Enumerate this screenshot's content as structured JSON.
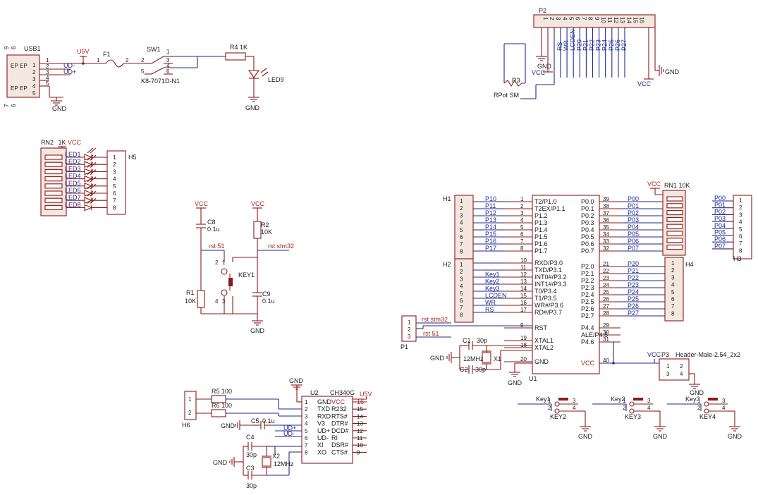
{
  "usb1": {
    "ref": "USB1",
    "ep": "EP",
    "pins": [
      "1",
      "2",
      "3",
      "4",
      "5"
    ],
    "nets": [
      "UD-",
      "UD+"
    ],
    "shield": [
      "6",
      "7",
      "8",
      "9"
    ]
  },
  "u5v_top": "U5V",
  "f1": {
    "ref": "F1",
    "p1": "1",
    "p2": "2"
  },
  "sw1": {
    "ref": "SW1",
    "part": "K8-7071D-N1",
    "pins": [
      "1",
      "2",
      "3",
      "4",
      "5",
      "6"
    ]
  },
  "r4": {
    "ref": "R4",
    "val": "1K"
  },
  "led9": "LED9",
  "gnd": "GND",
  "vcc": "VCC",
  "p2": {
    "ref": "P2",
    "pins": [
      "1",
      "2",
      "3",
      "4",
      "5",
      "6",
      "7",
      "8",
      "9",
      "10",
      "11",
      "12",
      "13",
      "14",
      "15",
      "16"
    ],
    "nets": [
      "RS",
      "WR",
      "LCDEN",
      "P20",
      "P21",
      "P22",
      "P23",
      "P24",
      "P25",
      "P26",
      "P27"
    ]
  },
  "r3": {
    "ref": "R3",
    "val": "RPot SM"
  },
  "rn2": {
    "ref": "RN2",
    "val": "1K"
  },
  "leds": [
    "LED1",
    "LED2",
    "LED3",
    "LED4",
    "LED5",
    "LED6",
    "LED7",
    "LED8"
  ],
  "h5": {
    "ref": "H5",
    "pins": [
      "1",
      "2",
      "3",
      "4",
      "5",
      "6",
      "7",
      "8"
    ]
  },
  "c8": {
    "ref": "C8",
    "val": "0.1u"
  },
  "r2": {
    "ref": "R2",
    "val": "10K"
  },
  "rst51": "rst 51",
  "rststm32": "rst stm32",
  "key1": "KEY1",
  "r1": {
    "ref": "R1",
    "val": "10K"
  },
  "c9": {
    "ref": "C9",
    "val": "0.1u"
  },
  "h1": {
    "ref": "H1"
  },
  "h2": {
    "ref": "H2"
  },
  "h3": {
    "ref": "H3"
  },
  "h4": {
    "ref": "H4"
  },
  "rn1": {
    "ref": "RN1",
    "val": "10K"
  },
  "u1": {
    "ref": "U1",
    "left": [
      {
        "pin": "1",
        "name": "T2/P1.0",
        "net": "P10"
      },
      {
        "pin": "2",
        "name": "T2EX/P1.1",
        "net": "P11"
      },
      {
        "pin": "3",
        "name": "P1.2",
        "net": "P12"
      },
      {
        "pin": "4",
        "name": "P1.3",
        "net": "P13"
      },
      {
        "pin": "5",
        "name": "P1.4",
        "net": "P14"
      },
      {
        "pin": "6",
        "name": "P1.5",
        "net": "P15"
      },
      {
        "pin": "7",
        "name": "P1.6",
        "net": "P16"
      },
      {
        "pin": "8",
        "name": "P1.7",
        "net": "P17"
      },
      {
        "pin": "10",
        "name": "RXD/P3.0",
        "net": ""
      },
      {
        "pin": "11",
        "name": "TXD/P3.1",
        "net": ""
      },
      {
        "pin": "12",
        "name": "INT0#/P3.2",
        "net": "Key1"
      },
      {
        "pin": "13",
        "name": "INT1#/P3.3",
        "net": "Key2"
      },
      {
        "pin": "14",
        "name": "T0/P3.4",
        "net": "Key3"
      },
      {
        "pin": "15",
        "name": "T1/P3.5",
        "net": "LCDEN"
      },
      {
        "pin": "16",
        "name": "WR#/P3.6",
        "net": "WR"
      },
      {
        "pin": "17",
        "name": "RD#/P3.7",
        "net": "RS"
      },
      {
        "pin": "9",
        "name": "RST",
        "net": ""
      },
      {
        "pin": "19",
        "name": "XTAL1",
        "net": ""
      },
      {
        "pin": "18",
        "name": "XTAL2",
        "net": ""
      },
      {
        "pin": "20",
        "name": "GND",
        "net": ""
      }
    ],
    "right": [
      {
        "pin": "39",
        "name": "P0.0",
        "net": "P00"
      },
      {
        "pin": "38",
        "name": "P0.1",
        "net": "P01"
      },
      {
        "pin": "37",
        "name": "P0.2",
        "net": "P02"
      },
      {
        "pin": "36",
        "name": "P0.3",
        "net": "P03"
      },
      {
        "pin": "35",
        "name": "P0.4",
        "net": "P04"
      },
      {
        "pin": "34",
        "name": "P0.5",
        "net": "P05"
      },
      {
        "pin": "33",
        "name": "P0.6",
        "net": "P06"
      },
      {
        "pin": "32",
        "name": "P0.7",
        "net": "P07"
      },
      {
        "pin": "21",
        "name": "P2.0",
        "net": "P20"
      },
      {
        "pin": "22",
        "name": "P2.1",
        "net": "P21"
      },
      {
        "pin": "23",
        "name": "P2.2",
        "net": "P22"
      },
      {
        "pin": "24",
        "name": "P2.3",
        "net": "P23"
      },
      {
        "pin": "25",
        "name": "P2.4",
        "net": "P24"
      },
      {
        "pin": "26",
        "name": "P2.5",
        "net": "P25"
      },
      {
        "pin": "27",
        "name": "P2.6",
        "net": "P26"
      },
      {
        "pin": "28",
        "name": "P2.7",
        "net": "P27"
      },
      {
        "pin": "29",
        "name": "P4.4",
        "net": ""
      },
      {
        "pin": "30",
        "name": "ALE/P4.5",
        "net": ""
      },
      {
        "pin": "31",
        "name": "P4.6",
        "net": ""
      },
      {
        "pin": "40",
        "name": "VCC",
        "net": ""
      }
    ]
  },
  "h_pins": [
    "1",
    "2",
    "3",
    "4",
    "5",
    "6",
    "7",
    "8"
  ],
  "p1": {
    "ref": "P1",
    "pins": [
      "1",
      "2",
      "3"
    ]
  },
  "c1": {
    "ref": "C1",
    "val": "30p"
  },
  "c2": {
    "ref": "C2",
    "val": "30p"
  },
  "x1": {
    "ref": "X1",
    "val": "12MHz"
  },
  "p3": {
    "ref": "P3",
    "part": "Header-Male-2.54_2x2",
    "pins": [
      "1",
      "2",
      "3",
      "4"
    ]
  },
  "keys": [
    {
      "net": "Key1",
      "ref": "KEY2"
    },
    {
      "net": "Key2",
      "ref": "KEY3"
    },
    {
      "net": "Key3",
      "ref": "KEY4"
    }
  ],
  "key_pins": [
    "1",
    "2",
    "3",
    "4"
  ],
  "h6": "H6",
  "r5": {
    "ref": "R5",
    "val": "100"
  },
  "r6": {
    "ref": "R6",
    "val": "100"
  },
  "u2": {
    "ref": "U2",
    "part": "CH340G",
    "u5v": "U5V",
    "left": [
      {
        "pin": "1",
        "name": "GND"
      },
      {
        "pin": "2",
        "name": "TXD"
      },
      {
        "pin": "3",
        "name": "RXD"
      },
      {
        "pin": "4",
        "name": "V3"
      },
      {
        "pin": "5",
        "name": "UD+"
      },
      {
        "pin": "6",
        "name": "UD-"
      },
      {
        "pin": "7",
        "name": "XI"
      },
      {
        "pin": "8",
        "name": "XO"
      }
    ],
    "right": [
      {
        "pin": "16",
        "name": "VCC"
      },
      {
        "pin": "15",
        "name": "R232"
      },
      {
        "pin": "14",
        "name": "RTS#"
      },
      {
        "pin": "13",
        "name": "DTR#"
      },
      {
        "pin": "12",
        "name": "DCD#"
      },
      {
        "pin": "11",
        "name": "RI"
      },
      {
        "pin": "10",
        "name": "DSR#"
      },
      {
        "pin": "9",
        "name": "CTS#"
      }
    ]
  },
  "c5": {
    "ref": "C5",
    "val": "0.1u"
  },
  "c4": {
    "ref": "C4",
    "val": "30p"
  },
  "c3": {
    "ref": "C3",
    "val": "30p"
  },
  "x2": {
    "ref": "X2",
    "val": "12MHz"
  },
  "ud_plus": "UD+",
  "ud_minus": "UD-"
}
